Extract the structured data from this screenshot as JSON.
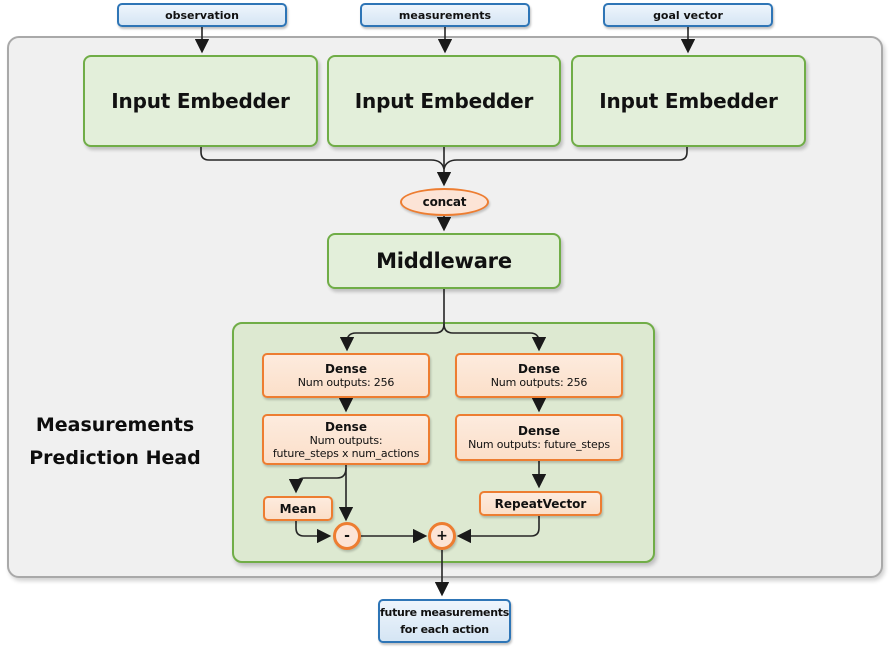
{
  "colors": {
    "blue_border": "#2E75B6",
    "blue_fill": "#DEEBF7",
    "green_border": "#70AD47",
    "green_fill": "#E3EFDA",
    "head_container_fill": "#DDE9D1",
    "orange_border": "#ED7D31",
    "orange_fill": "#FCE4D6",
    "outer_frame_fill": "#F0F0F0",
    "outer_frame_border": "#A9A9A9",
    "wire": "#262626"
  },
  "inputs": [
    {
      "label": "observation"
    },
    {
      "label": "measurements"
    },
    {
      "label": "goal vector"
    }
  ],
  "embedders": [
    {
      "label": "Input Embedder"
    },
    {
      "label": "Input Embedder"
    },
    {
      "label": "Input Embedder"
    }
  ],
  "concat": {
    "label": "concat"
  },
  "middleware": {
    "label": "Middleware"
  },
  "head": {
    "title_lines": [
      "Measurements",
      "Prediction Head"
    ],
    "dense_boxes": [
      {
        "lines": [
          "Dense",
          "Num outputs: 256"
        ]
      },
      {
        "lines": [
          "Dense",
          "Num outputs:",
          "future_steps x num_actions"
        ]
      },
      {
        "lines": [
          "Dense",
          "Num outputs: 256"
        ]
      },
      {
        "lines": [
          "Dense",
          "Num outputs: future_steps"
        ]
      }
    ],
    "mean_label": "Mean",
    "repeat_vector_label": "RepeatVector",
    "minus_label": "-",
    "plus_label": "+"
  },
  "output": {
    "lines": [
      "future measurements",
      "for each action"
    ]
  }
}
